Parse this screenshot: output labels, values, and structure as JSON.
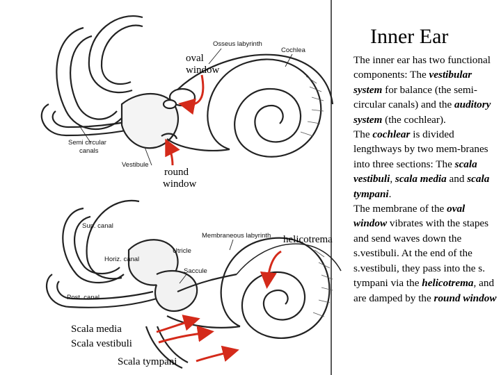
{
  "title": "Inner Ear",
  "labels": {
    "oval_window": [
      "oval",
      "window"
    ],
    "round_window": [
      "round",
      "window"
    ],
    "helicotrema": "helicotrema",
    "scala_media": "Scala media",
    "scala_vestibuli": "Scala vestibuli",
    "scala_tympani": "Scala tympani"
  },
  "small_labels": {
    "osseus_labyrinth": "Osseus labyrinth",
    "cochlea": "Cochlea",
    "semicircular_canals": [
      "Semi circular",
      "canals"
    ],
    "vestibule": "Vestibule",
    "membraneous_labyrinth": "Membraneous labyrinth",
    "sup_canal": "Sup. canal",
    "utricle": "Utricle",
    "horiz_canal": "Horiz. canal",
    "saccule": "Saccule",
    "post_canal": "Post. canal"
  },
  "paragraph1": [
    {
      "t": "The inner ear has two functional components: The "
    },
    {
      "t": "vestibular system",
      "e": true
    },
    {
      "t": " for balance (the semi-circular canals) and the "
    },
    {
      "t": "auditory system",
      "e": true
    },
    {
      "t": " (the cochlear)."
    }
  ],
  "paragraph2": [
    {
      "t": "The "
    },
    {
      "t": "cochlear",
      "e": true
    },
    {
      "t": " is divided lengthways by two mem-branes into three sections: The "
    },
    {
      "t": "scala vestibuli",
      "e": true
    },
    {
      "t": ", "
    },
    {
      "t": "scala media",
      "e": true
    },
    {
      "t": " and "
    },
    {
      "t": "scala tympani",
      "e": true
    },
    {
      "t": "."
    }
  ],
  "paragraph3": [
    {
      "t": "The membrane of the "
    },
    {
      "t": "oval window",
      "e": true
    },
    {
      "t": " vibrates with the stapes and send waves down the s.vestibuli. At the end of the s.vestibuli, they pass into the s. tympani via the "
    },
    {
      "t": "helicotrema",
      "e": true
    },
    {
      "t": ", and are damped by the "
    },
    {
      "t": "round window",
      "e": true
    }
  ],
  "colors": {
    "arrow": "#d42a1a",
    "ink": "#222222"
  }
}
